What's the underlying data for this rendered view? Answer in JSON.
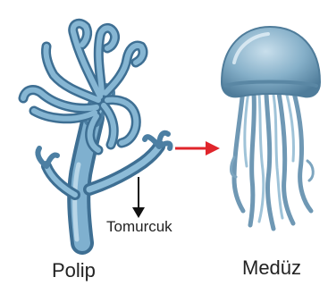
{
  "diagram": {
    "labels": {
      "bud": "Tomurcuk",
      "polyp": "Polip",
      "medusa": "Medüz"
    },
    "colors": {
      "body": "#6d9ec0",
      "body_dark": "#3e6f93",
      "body_light": "#b8d6e8",
      "arrow_red": "#e0252b",
      "arrow_black": "#111111",
      "text": "#222222"
    },
    "icons": {
      "polyp": "polyp-illustration",
      "medusa": "medusa-illustration",
      "transition_arrow": "right-arrow-icon",
      "bud_pointer": "down-arrow-icon"
    }
  }
}
